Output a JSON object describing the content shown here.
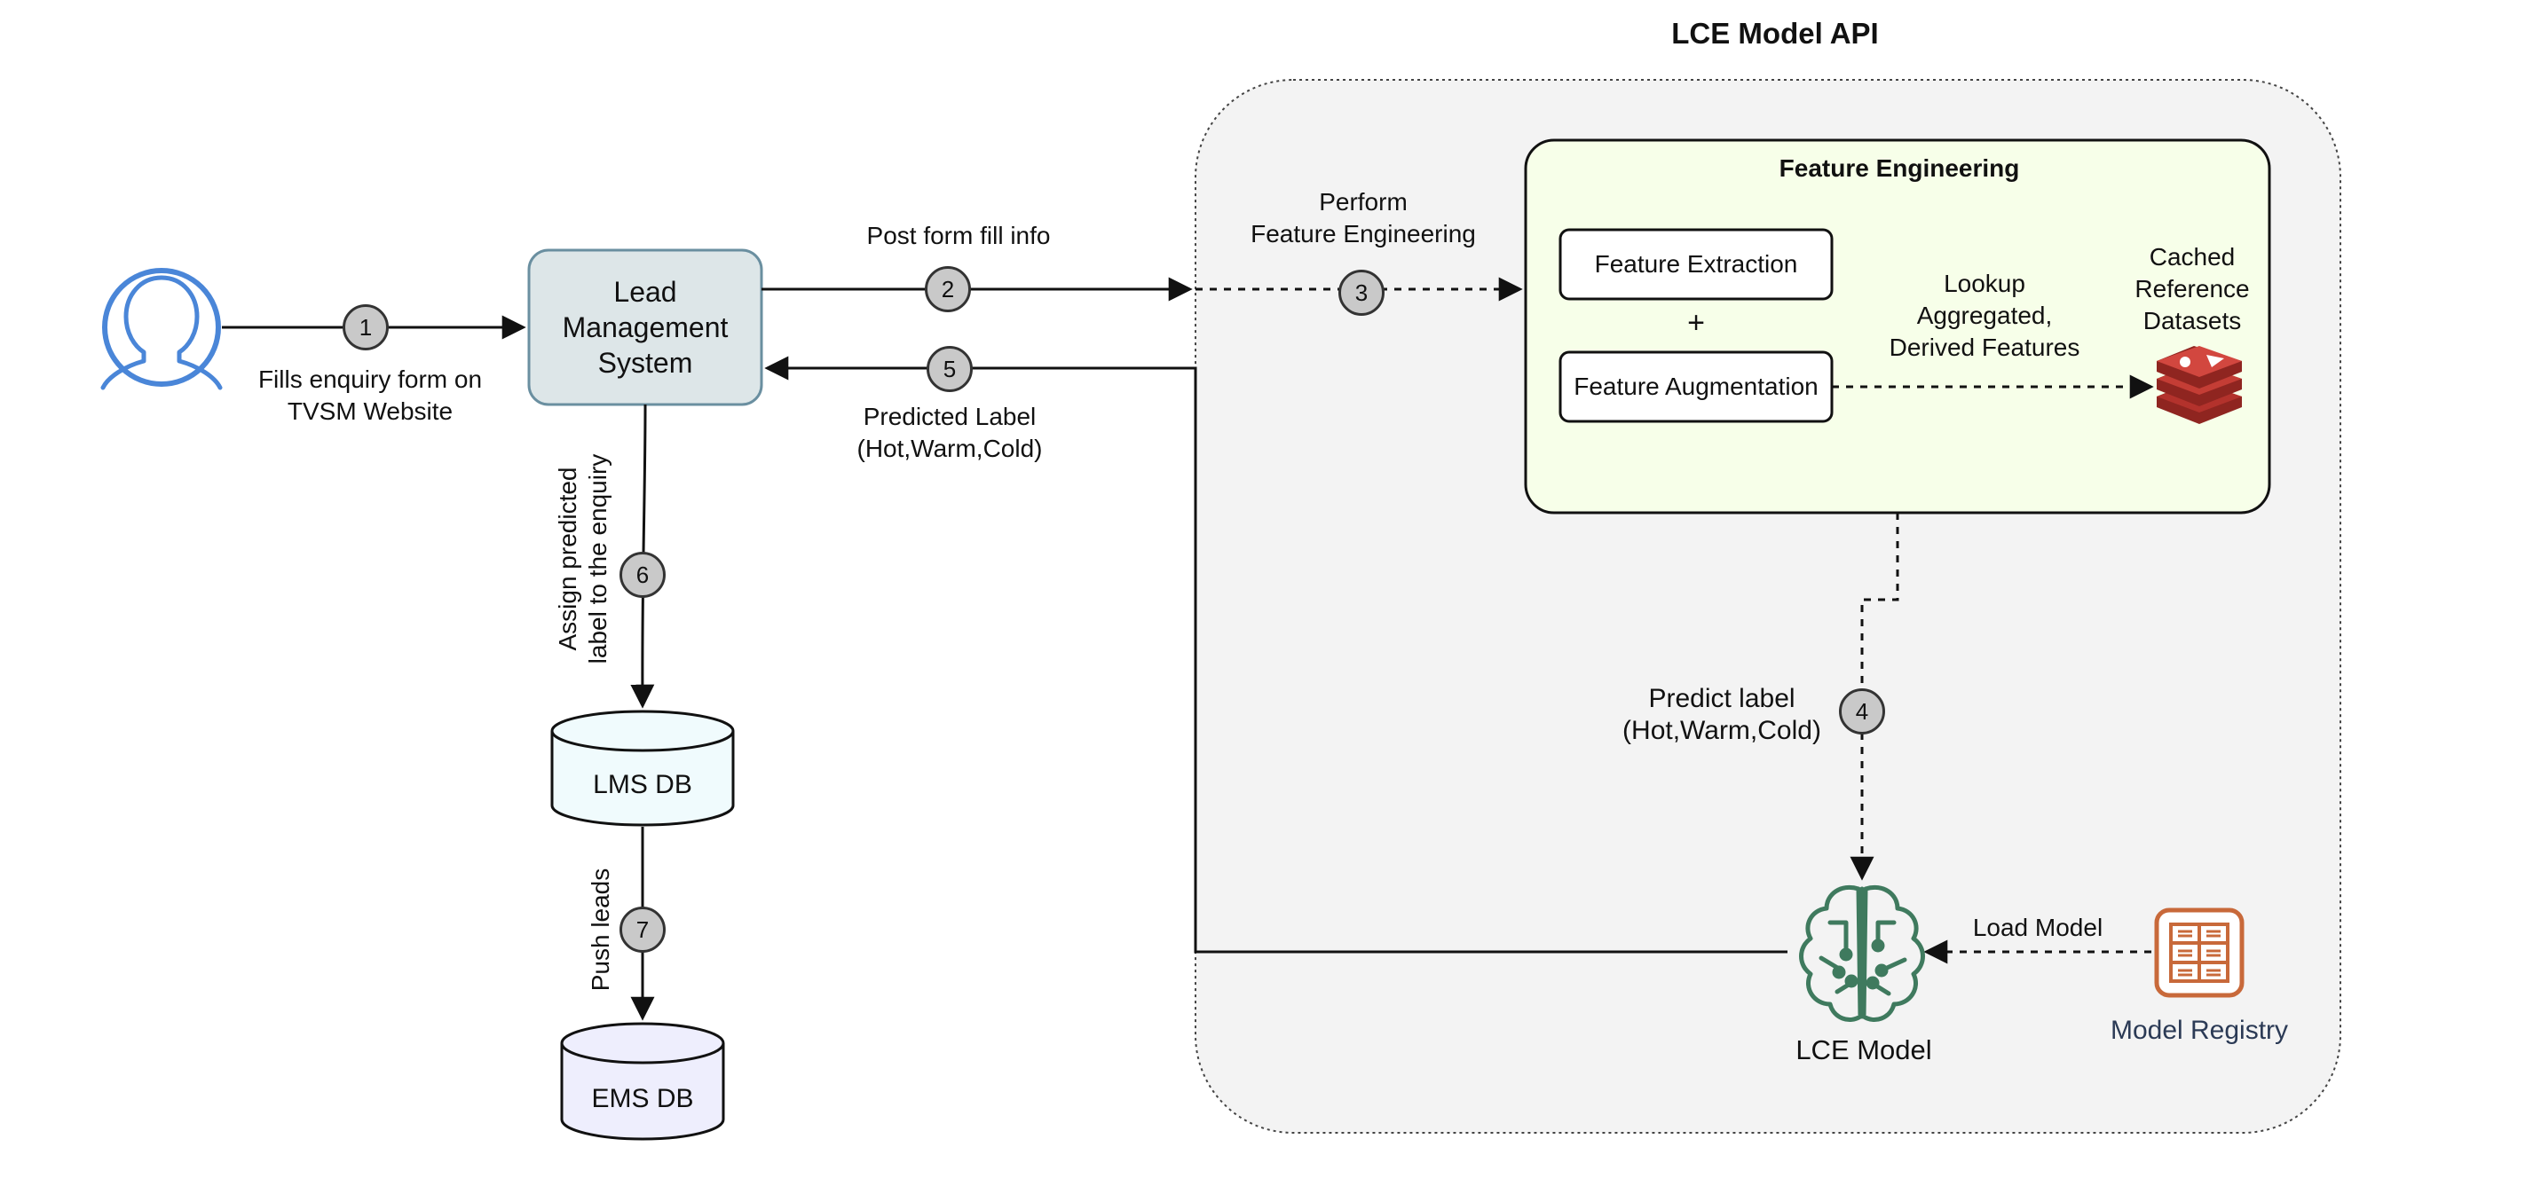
{
  "title": "LCE Model API",
  "nodes": {
    "lms": "Lead\nManagement\nSystem",
    "lms_db": "LMS DB",
    "ems_db": "EMS DB",
    "feature_engineering": "Feature Engineering",
    "feature_extraction": "Feature Extraction",
    "plus": "+",
    "feature_augmentation": "Feature Augmentation",
    "cached_datasets": "Cached\nReference\nDatasets",
    "lce_model": "LCE Model",
    "model_registry": "Model Registry"
  },
  "steps": [
    "1",
    "2",
    "3",
    "4",
    "5",
    "6",
    "7"
  ],
  "edge_labels": {
    "fills_form": "Fills enquiry form on\nTVSM Website",
    "post_form": "Post form fill info",
    "perform_fe": "Perform\nFeature Engineering",
    "predicted_label": "Predicted Label\n(Hot,Warm,Cold)",
    "assign_label": "Assign predicted\nlabel to the enquiry",
    "push_leads": "Push leads",
    "lookup": "Lookup\nAggregated,\nDerived Features",
    "predict_label": "Predict label\n(Hot,Warm,Cold)",
    "load_model": "Load Model"
  },
  "colors": {
    "user_icon": "#4a86d8",
    "lms_fill": "#dde6e8",
    "lms_border": "#6a8fa0",
    "lms_db_fill": "#f0fbfd",
    "ems_db_fill": "#eeeefd",
    "api_fill": "#f3f3f3",
    "fe_fill": "#f7ffe9",
    "redis": "#b3322c",
    "model_green": "#3f7a5e",
    "registry_orange": "#c8693a"
  }
}
